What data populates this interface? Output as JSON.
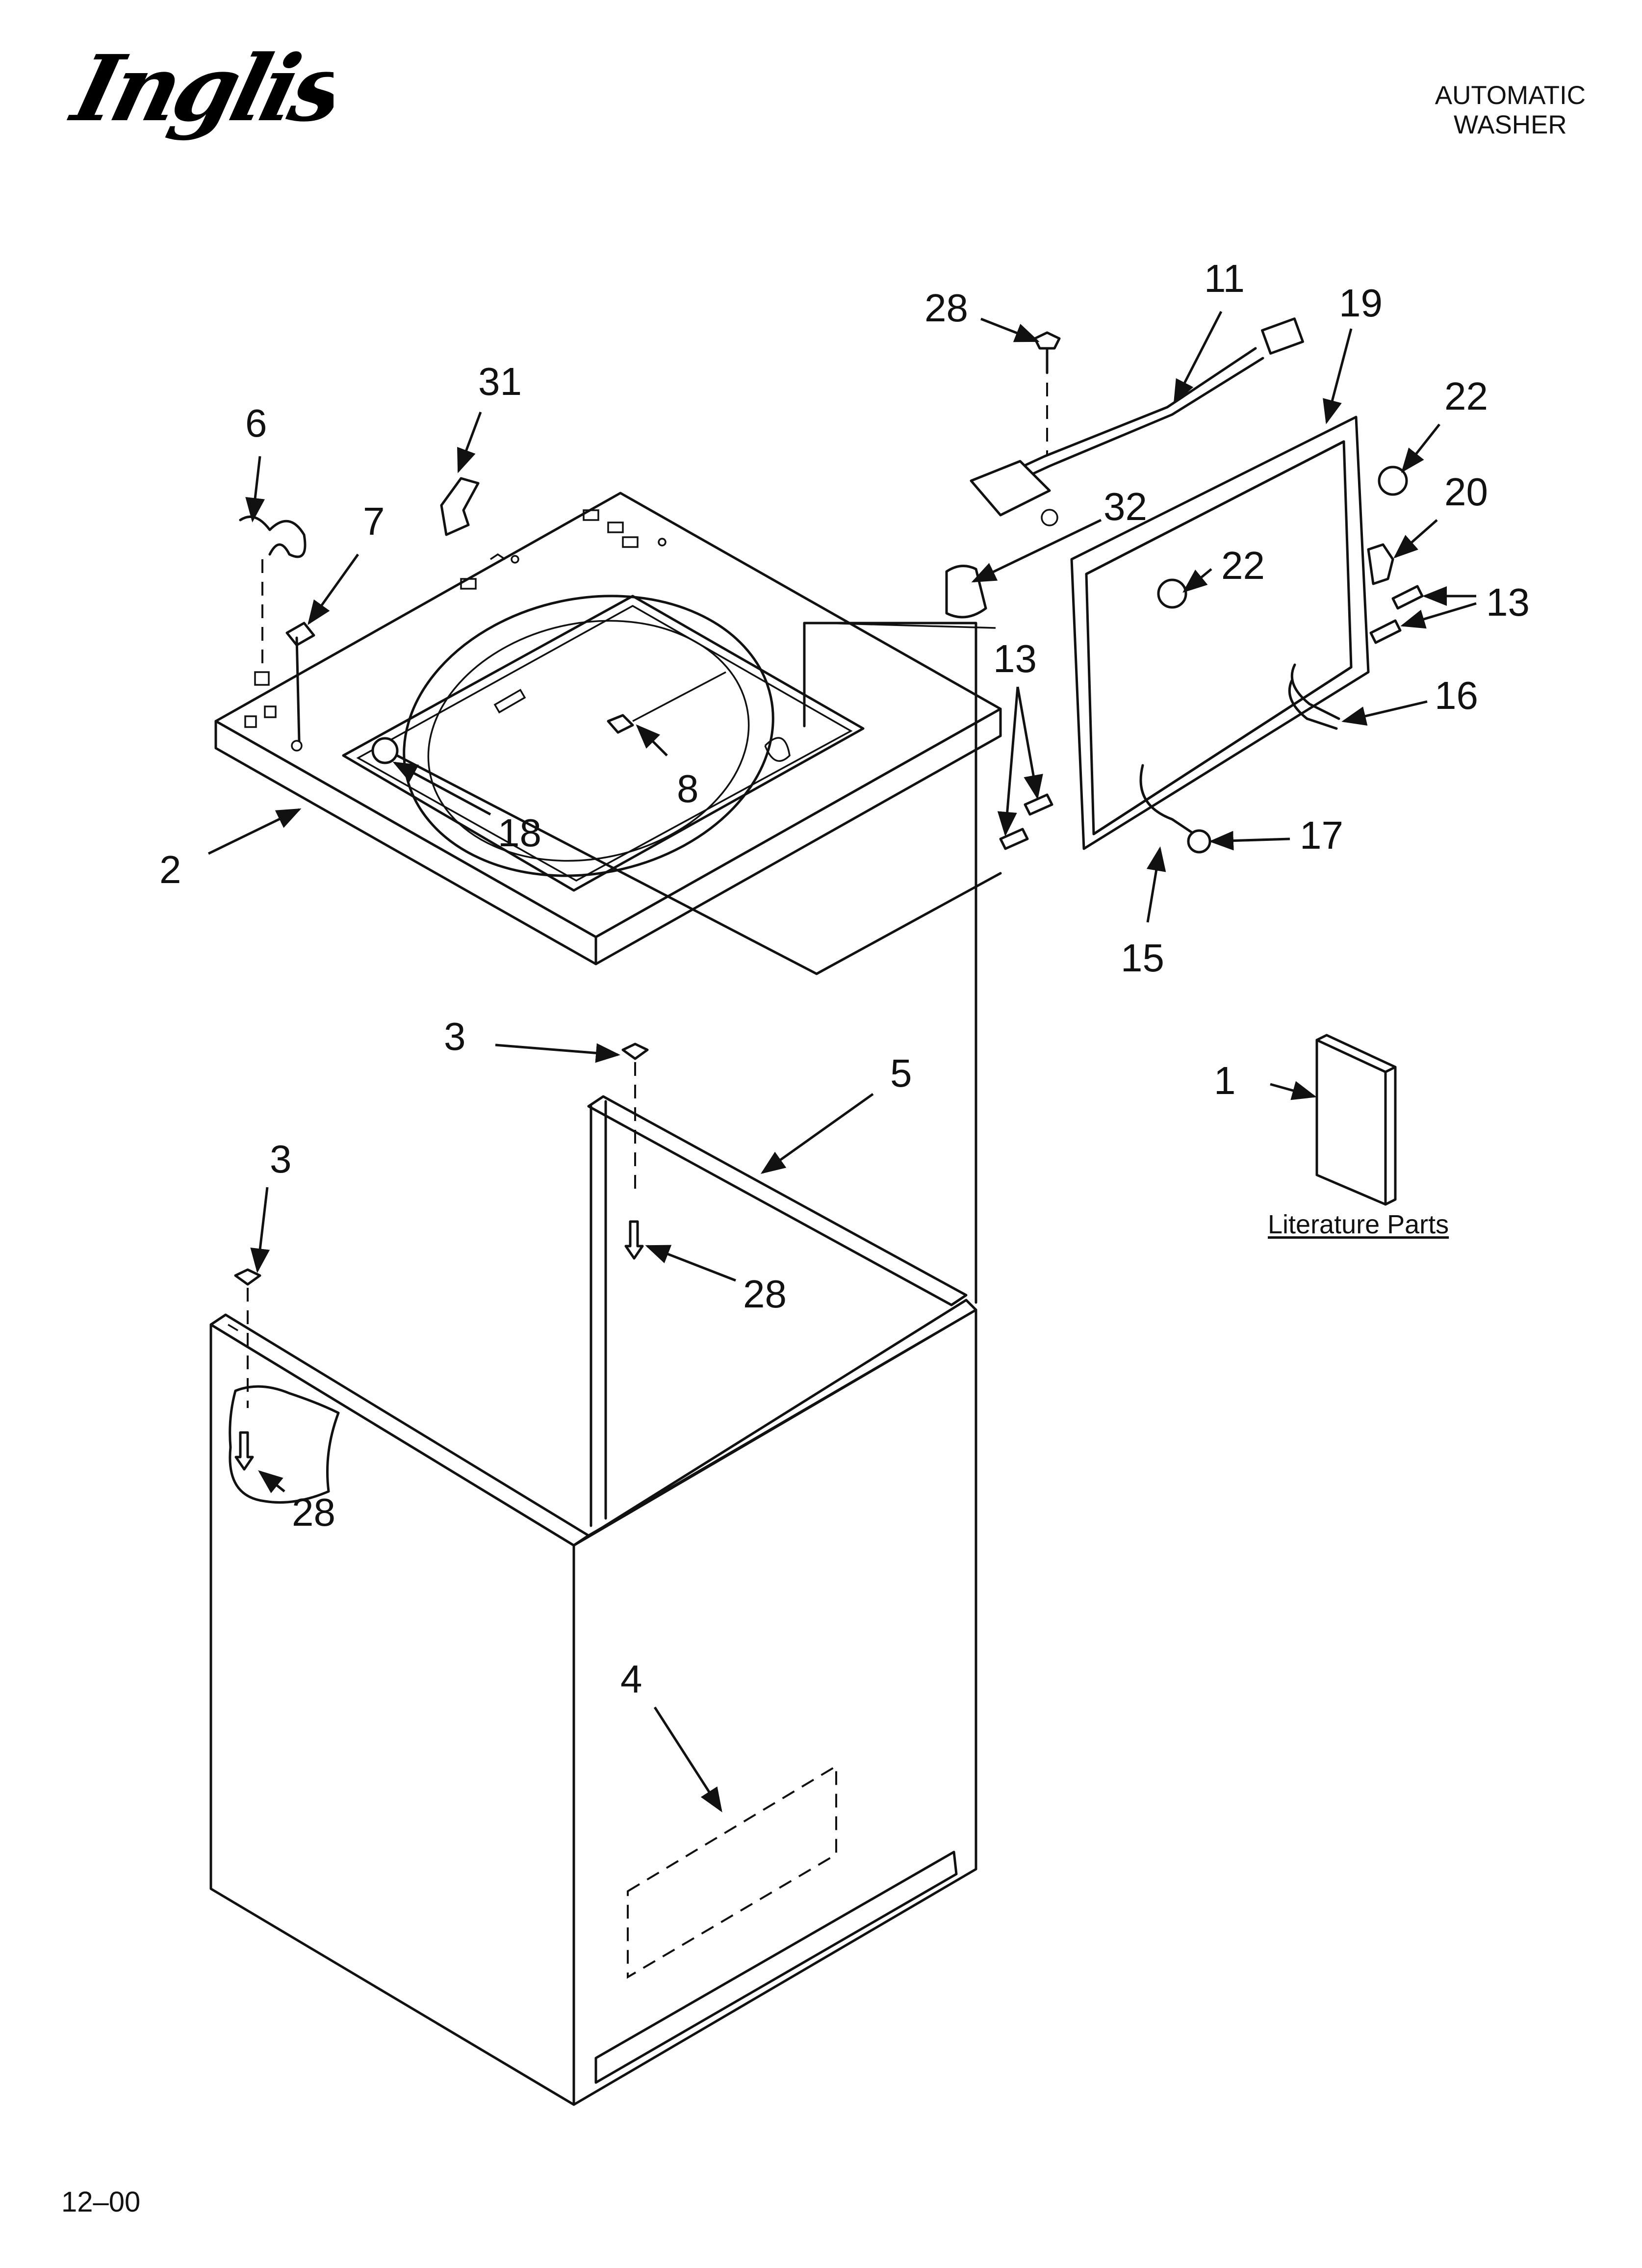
{
  "header": {
    "brand": "Inglis",
    "title_line1": "AUTOMATIC",
    "title_line2": "WASHER"
  },
  "literature": {
    "label": "Literature Parts"
  },
  "footer": {
    "date_code": "12–00"
  },
  "callouts": {
    "p1": "1",
    "p2": "2",
    "p3a": "3",
    "p3b": "3",
    "p4": "4",
    "p5": "5",
    "p6": "6",
    "p7": "7",
    "p8": "8",
    "p11": "11",
    "p13a": "13",
    "p13b": "13",
    "p15": "15",
    "p16": "16",
    "p17": "17",
    "p18": "18",
    "p19": "19",
    "p20": "20",
    "p22a": "22",
    "p22b": "22",
    "p28a": "28",
    "p28b": "28",
    "p28c": "28",
    "p31": "31",
    "p32": "32"
  }
}
